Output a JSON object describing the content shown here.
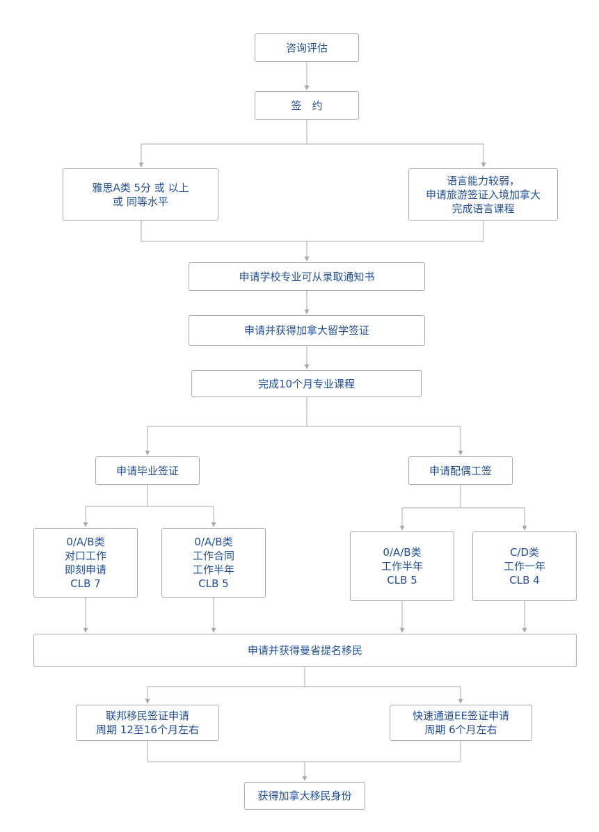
{
  "colors": {
    "text": "#1f4e96",
    "border": "#a9a9a9",
    "line": "#a9a9a9"
  },
  "nodes": {
    "consult": {
      "lines": [
        "咨询评估"
      ]
    },
    "sign": {
      "lines": [
        "签　约"
      ]
    },
    "ielts": {
      "lines": [
        "雅思A类 5分 或 以上",
        "或 同等水平"
      ]
    },
    "weak_lang": {
      "lines": [
        "语言能力较弱，",
        "申请旅游签证入境加拿大",
        "完成语言课程"
      ]
    },
    "apply_school": {
      "lines": [
        "申请学校专业可从录取通知书"
      ]
    },
    "study_visa": {
      "lines": [
        "申请并获得加拿大留学签证"
      ]
    },
    "course": {
      "lines": [
        "完成10个月专业课程"
      ]
    },
    "grad_visa": {
      "lines": [
        "申请毕业签证"
      ]
    },
    "spouse_visa": {
      "lines": [
        "申请配偶工签"
      ]
    },
    "g1": {
      "lines": [
        "0/A/B类",
        "对口工作",
        "即刻申请",
        "CLB 7"
      ]
    },
    "g2": {
      "lines": [
        "0/A/B类",
        "工作合同",
        "工作半年",
        "CLB 5"
      ]
    },
    "s1": {
      "lines": [
        "0/A/B类",
        "工作半年",
        "CLB 5"
      ]
    },
    "s2": {
      "lines": [
        "C/D类",
        "工作一年",
        "CLB 4"
      ]
    },
    "manitoba": {
      "lines": [
        "申请并获得曼省提名移民"
      ]
    },
    "federal": {
      "lines": [
        "联邦移民签证申请",
        "周期 12至16个月左右"
      ]
    },
    "ee": {
      "lines": [
        "快速通道EE签证申请",
        "周期  6个月左右"
      ]
    },
    "pr": {
      "lines": [
        "获得加拿大移民身份"
      ]
    }
  }
}
